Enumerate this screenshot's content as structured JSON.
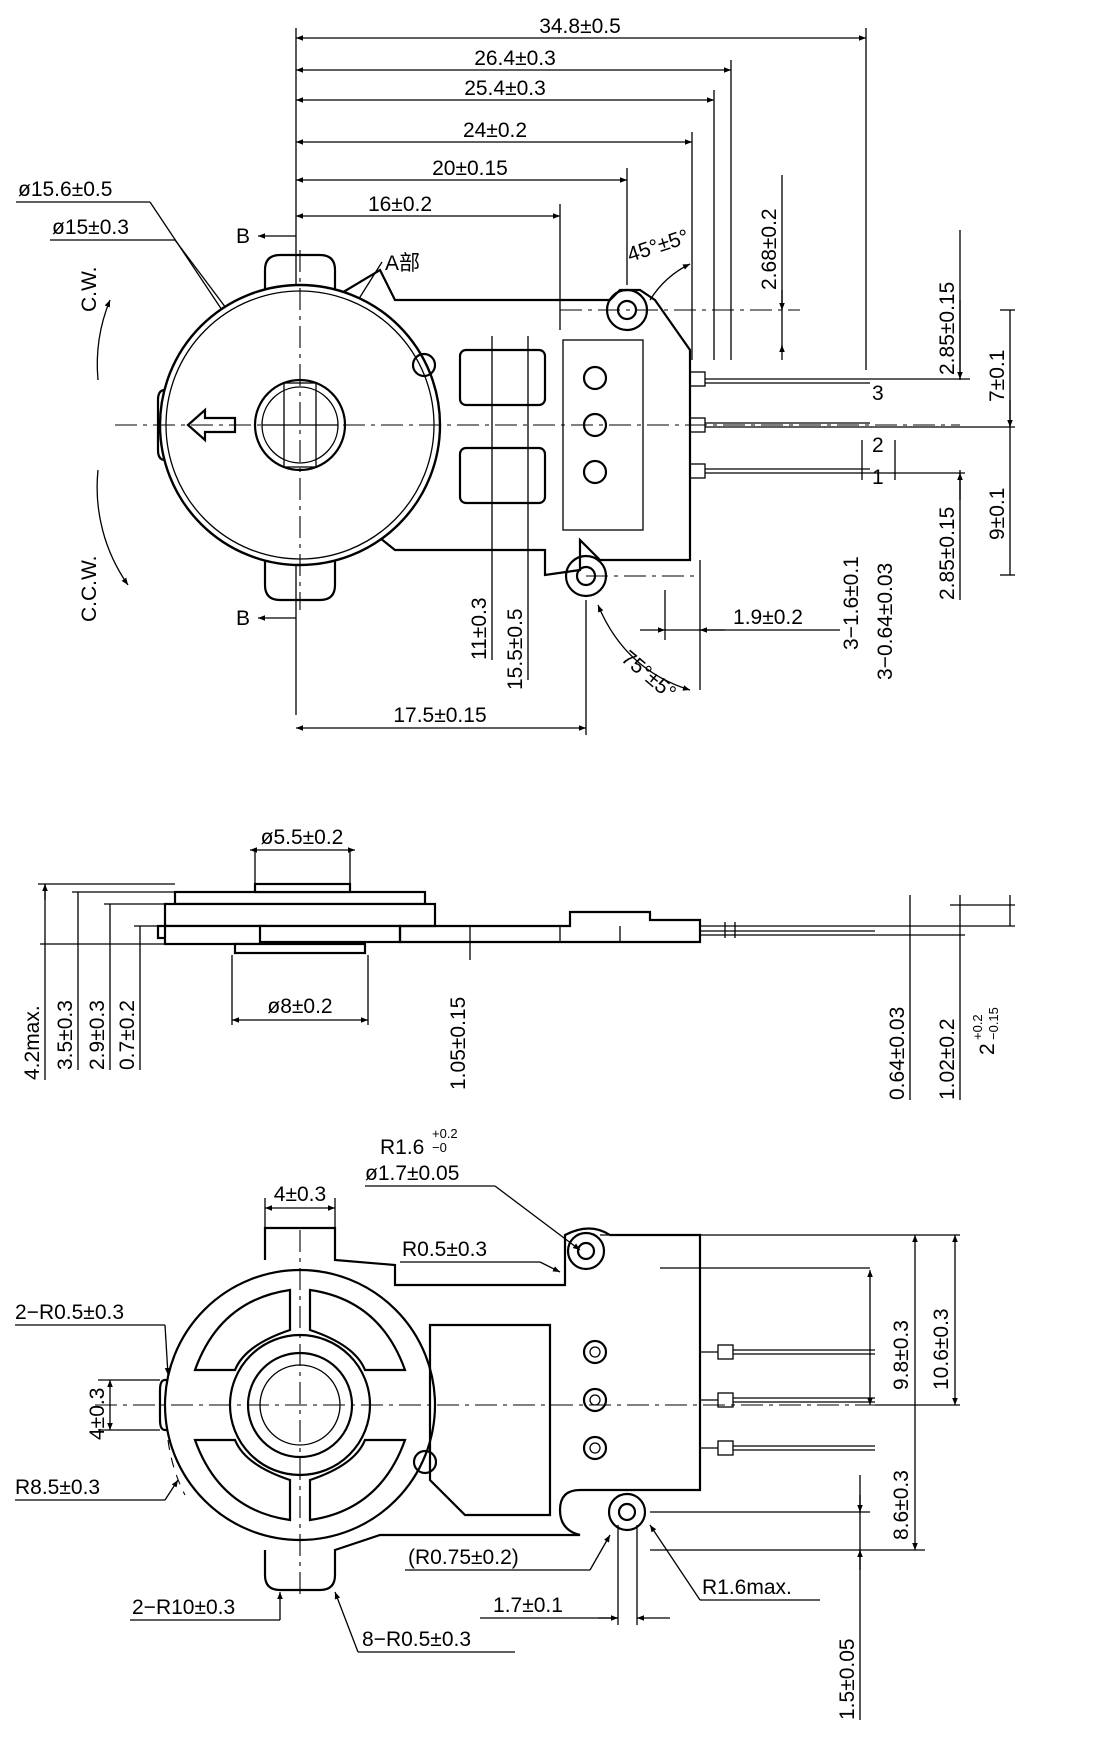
{
  "top_view": {
    "d_34_8": "34.8±0.5",
    "d_26_4": "26.4±0.3",
    "d_25_4": "25.4±0.3",
    "d_24": "24±0.2",
    "d_20": "20±0.15",
    "d_16": "16±0.2",
    "d_phi15_6": "ø15.6±0.5",
    "d_phi15": "ø15±0.3",
    "section_b_top": "B",
    "section_b_bottom": "B",
    "detail_a": "A部",
    "cw": "C.W.",
    "ccw": "C.C.W.",
    "angle_45": "45°±5°",
    "d_2_68": "2.68±0.2",
    "d_2_85_top": "2.85±0.15",
    "d_7": "7±0.1",
    "d_9": "9±0.1",
    "d_2_85_bottom": "2.85±0.15",
    "pin_3": "3",
    "pin_2": "2",
    "pin_1": "1",
    "d_3_1_6": "3−1.6±0.1",
    "d_3_0_64": "3−0.64±0.03",
    "d_1_9": "1.9±0.2",
    "angle_75": "75°±5°",
    "d_11": "11±0.3",
    "d_15_5": "15.5±0.5",
    "d_17_5": "17.5±0.15"
  },
  "side_view": {
    "d_phi5_5": "ø5.5±0.2",
    "d_phi8": "ø8±0.2",
    "d_4_2": "4.2max.",
    "d_3_5": "3.5±0.3",
    "d_2_9": "2.9±0.3",
    "d_0_7": "0.7±0.2",
    "d_1_05": "1.05±0.15",
    "d_0_64": "0.64±0.03",
    "d_1_02": "1.02±0.2",
    "d_2_base": "2",
    "d_2_plus": "+0.2",
    "d_2_minus": "−0.15"
  },
  "bottom_view": {
    "d_r1_6": "R1.6",
    "d_r1_6_plus": "+0.2",
    "d_r1_6_minus": "−0",
    "d_phi1_7": "ø1.7±0.05",
    "d_4_top": "4±0.3",
    "d_r0_5": "R0.5±0.3",
    "d_2_r0_5": "2−R0.5±0.3",
    "d_4_left": "4±0.3",
    "d_r8_5": "R8.5±0.3",
    "d_9_8": "9.8±0.3",
    "d_10_6": "10.6±0.3",
    "d_8_6": "8.6±0.3",
    "d_r0_75": "(R0.75±0.2)",
    "d_1_7": "1.7±0.1",
    "d_r1_6_max": "R1.6max.",
    "d_2_r10": "2−R10±0.3",
    "d_8_r0_5": "8−R0.5±0.3",
    "d_1_5": "1.5±0.05"
  }
}
